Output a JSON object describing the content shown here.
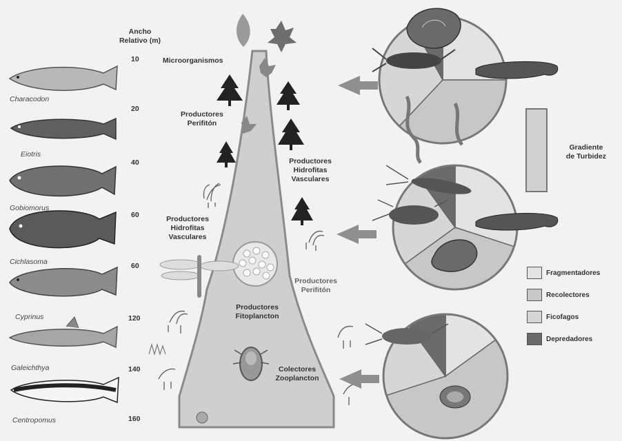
{
  "header": {
    "title": "Ancho\nRelativo (m)"
  },
  "widths": [
    "10",
    "20",
    "40",
    "60",
    "60",
    "120",
    "140",
    "160"
  ],
  "fish": [
    "Characodon",
    "Eiotris",
    "Gobiomorus",
    "Cichlasoma",
    "Cyprinus",
    "Galeichthya",
    "Centropomus"
  ],
  "labels": {
    "microorganisms": "Microorganismos",
    "periphyton_upper": "Productores\nPerifitón",
    "hydrophytes_right": "Productores\nHidrofitas\nVasculares",
    "hydrophytes_left": "Productores\nHidrofitas\nVasculares",
    "periphyton_lower": "Productores\nPerifitón",
    "phytoplankton": "Productores\nFitoplancton",
    "zooplankton": "Colectores\nZooplancton",
    "gradient": "Gradiente\nde Turbidez"
  },
  "legend": [
    {
      "label": "Fragmentadores",
      "color": "#e3e3e3"
    },
    {
      "label": "Recolectores",
      "color": "#c7c7c7"
    },
    {
      "label": "Ficofagos",
      "color": "#d6d6d6"
    },
    {
      "label": "Depredadores",
      "color": "#6a6a6a"
    }
  ],
  "pies": [
    {
      "name": "upper",
      "values": [
        0.25,
        0.37,
        0.3,
        0.08
      ]
    },
    {
      "name": "middle",
      "values": [
        0.3,
        0.35,
        0.25,
        0.1
      ]
    },
    {
      "name": "lower",
      "values": [
        0.15,
        0.55,
        0.2,
        0.1
      ]
    }
  ],
  "colors": {
    "stream": "#cfcfcf",
    "stream_edge": "#8a8a8a",
    "tree": "#222222",
    "arrow": "#8f8f8f",
    "gradient": "#d0d0d0"
  }
}
